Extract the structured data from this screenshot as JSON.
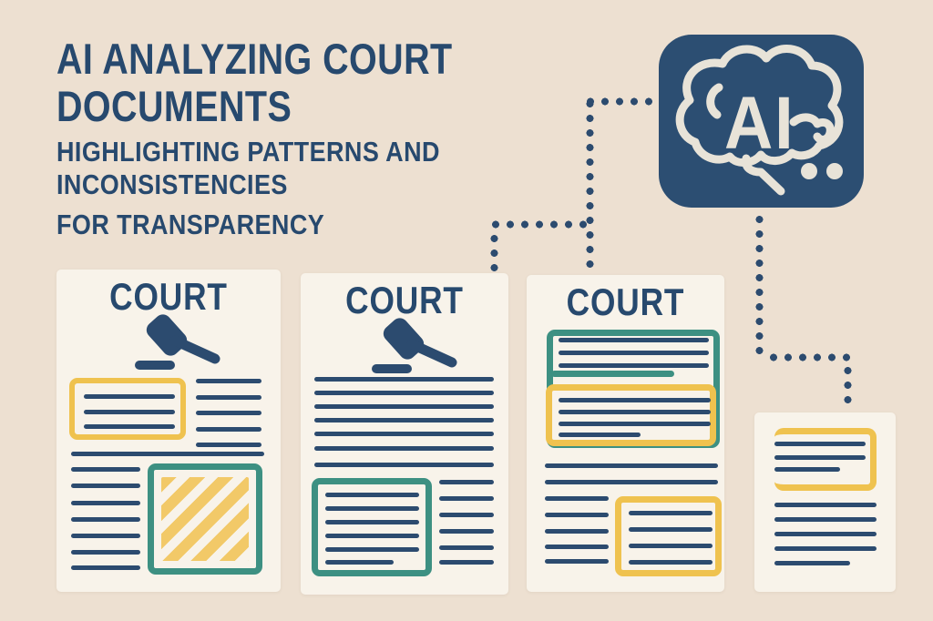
{
  "colors": {
    "background": "#EDE0D1",
    "card": "#F8F3EA",
    "navy": "#2C4B6F",
    "title_navy": "#27496E",
    "highlight_yellow": "#EFC24F",
    "hatch_yellow": "#F2C968",
    "highlight_teal": "#3D9082",
    "ai_badge_bg": "#2C4E72",
    "ai_badge_fg": "#E8E3D8"
  },
  "title": {
    "line1": "AI ANALYZING COURT",
    "line2": "DOCUMENTS"
  },
  "subtitle": {
    "line1": "HIGHLIGHTING PATTERNS AND",
    "line2": "INCONSISTENCIES",
    "line3": "FOR TRANSPARENCY"
  },
  "ai_badge": {
    "label": "AI"
  },
  "documents": [
    {
      "label": "COURT",
      "has_gavel": true,
      "highlights": [
        "yellow-box",
        "teal-box-with-yellow-hatching"
      ]
    },
    {
      "label": "COURT",
      "has_gavel": true,
      "highlights": [
        "teal-box"
      ]
    },
    {
      "label": "COURT",
      "has_gavel": false,
      "highlights": [
        "teal-box",
        "yellow-box",
        "yellow-box"
      ]
    },
    {
      "label": "",
      "has_gavel": false,
      "highlights": [
        "yellow-bracket"
      ]
    }
  ]
}
